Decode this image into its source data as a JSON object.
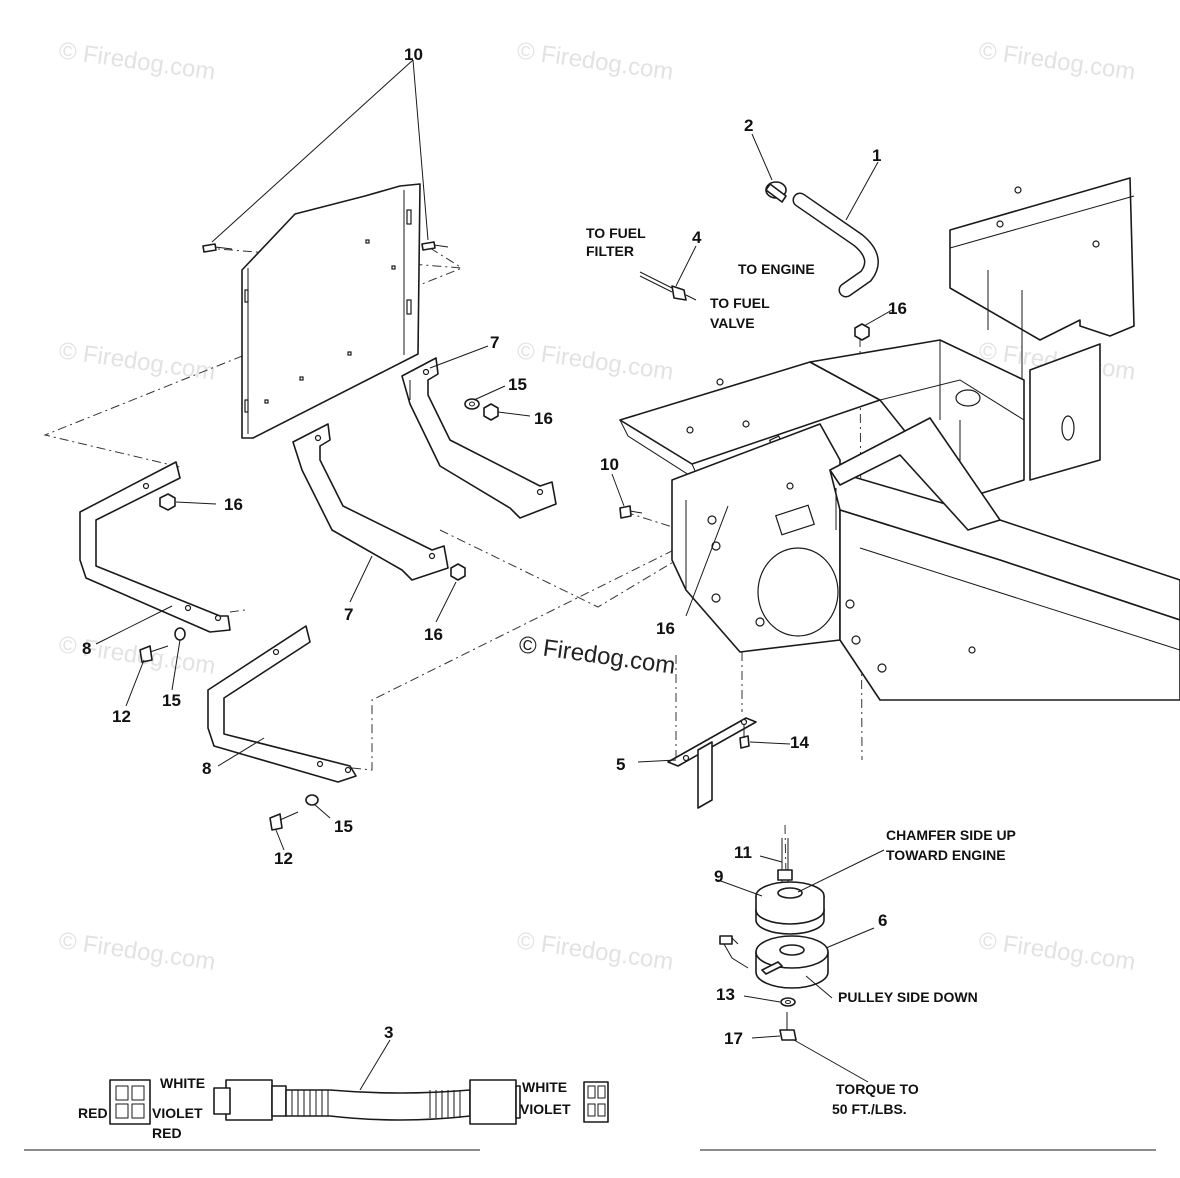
{
  "watermark": {
    "text": "© Firedog.com"
  },
  "callouts": {
    "c1": "1",
    "c2": "2",
    "c3": "3",
    "c4": "4",
    "c5": "5",
    "c6": "6",
    "c7a": "7",
    "c7b": "7",
    "c8a": "8",
    "c8b": "8",
    "c9": "9",
    "c10a": "10",
    "c10b": "10",
    "c11": "11",
    "c12a": "12",
    "c12b": "12",
    "c13": "13",
    "c14": "14",
    "c15a": "15",
    "c15b": "15",
    "c15c": "15",
    "c16a": "16",
    "c16b": "16",
    "c16c": "16",
    "c16d": "16",
    "c16e": "16",
    "c17": "17"
  },
  "labels": {
    "to_fuel_filter_1": "TO FUEL",
    "to_fuel_filter_2": "FILTER",
    "to_engine": "TO ENGINE",
    "to_fuel_valve_1": "TO FUEL",
    "to_fuel_valve_2": "VALVE",
    "chamfer_1": "CHAMFER SIDE UP",
    "chamfer_2": "TOWARD ENGINE",
    "pulley_side_down": "PULLEY SIDE DOWN",
    "torque_1": "TORQUE TO",
    "torque_2": "50 FT./LBS.",
    "wire_white_left": "WHITE",
    "wire_violet_left": "VIOLET",
    "wire_red_outer": "RED",
    "wire_red_lower": "RED",
    "wire_white_right": "WHITE",
    "wire_violet_right": "VIOLET"
  }
}
